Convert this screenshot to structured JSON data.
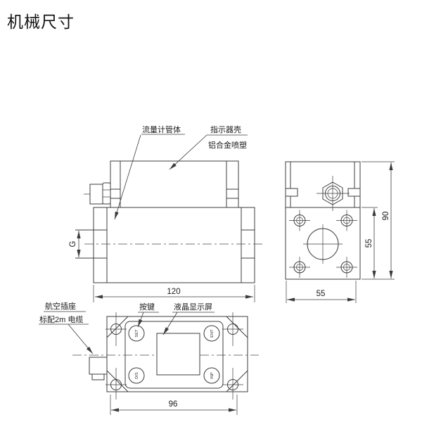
{
  "title": "机械尺寸",
  "colors": {
    "line": "#3c3c3c",
    "text": "#1c1c1c",
    "background": "#ffffff"
  },
  "side_view": {
    "label_flow_body": "流量计管体",
    "label_indicator_shell": "指示器壳",
    "label_indicator_material": "铝合金喷塑",
    "dim_length": "120",
    "dim_port_thread": "G"
  },
  "end_view": {
    "dim_overall_height": "90",
    "dim_flange_height": "55",
    "dim_width": "55"
  },
  "bottom_view": {
    "label_connector_1": "航空插座",
    "label_connector_2": "标配2m 电缆",
    "label_keys": "按键",
    "label_lcd": "液晶显示屏",
    "dim_width": "96",
    "buttons": [
      {
        "label": "SET"
      },
      {
        "label": "ENT"
      },
      {
        "label": "DIS"
      },
      {
        "label": "INP"
      }
    ]
  }
}
